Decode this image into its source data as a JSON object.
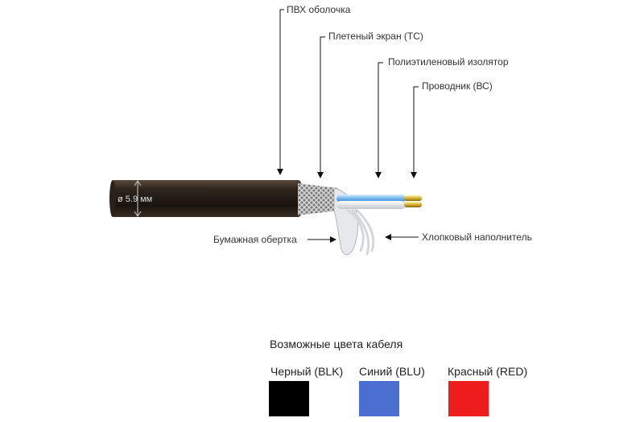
{
  "labels": {
    "pvc_jacket": "ПВХ оболочка",
    "braided_shield": "Плетеный экран (ТС)",
    "pe_insulator": "Полиэтиленовый изолятор",
    "conductor": "Проводник (ВС)",
    "paper_wrap": "Бумажная обертка",
    "cotton_filler": "Хлопковый наполнитель",
    "diameter": "ø 5.9 мм"
  },
  "legend": {
    "title": "Возможные цвета кабеля",
    "items": [
      {
        "label": "Черный (BLK)",
        "color": "#000000"
      },
      {
        "label": "Синий (BLU)",
        "color": "#4a6fd0"
      },
      {
        "label": "Красный (RED)",
        "color": "#ee1c1c"
      }
    ]
  }
}
